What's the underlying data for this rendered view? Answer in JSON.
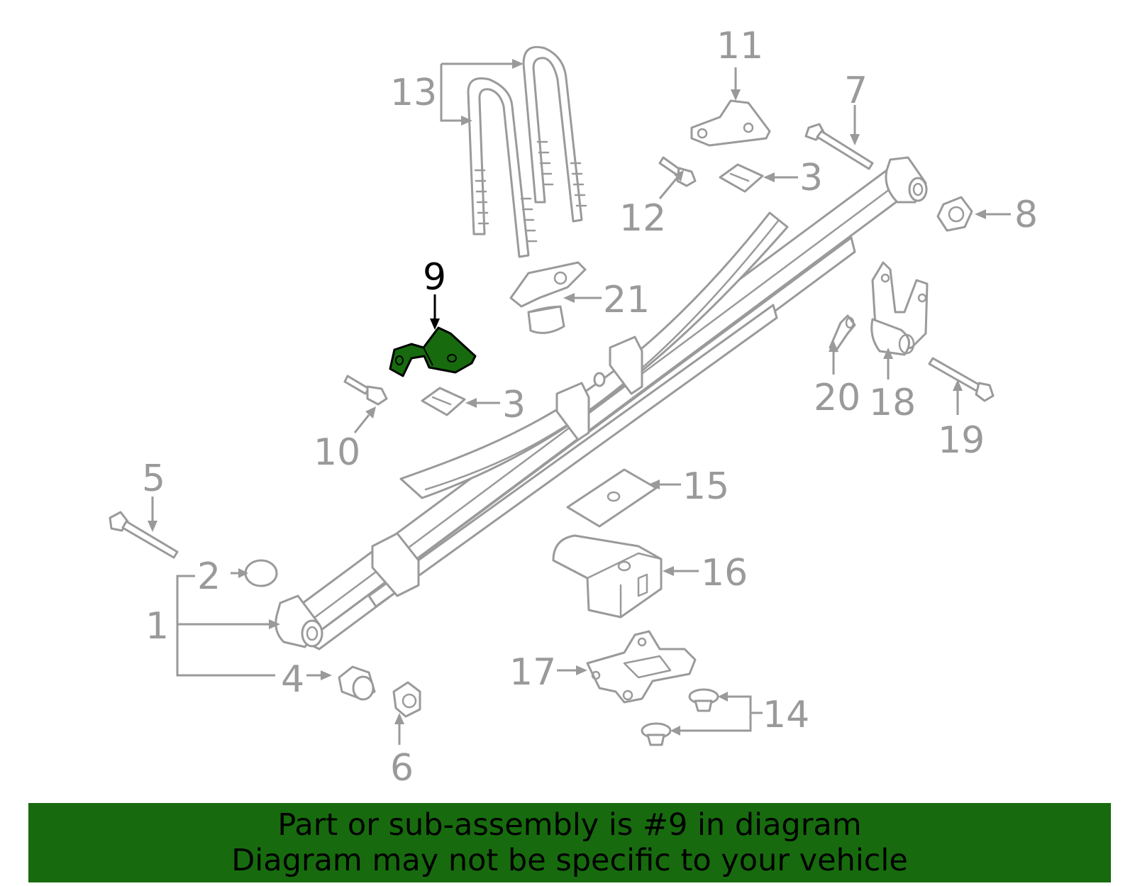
{
  "callouts": {
    "c1": "1",
    "c2": "2",
    "c3a": "3",
    "c3b": "3",
    "c4": "4",
    "c5": "5",
    "c6": "6",
    "c7": "7",
    "c8": "8",
    "c9": "9",
    "c10": "10",
    "c11": "11",
    "c12": "12",
    "c13": "13",
    "c14": "14",
    "c15": "15",
    "c16": "16",
    "c17": "17",
    "c18": "18",
    "c19": "19",
    "c20": "20",
    "c21": "21"
  },
  "highlighted_part": "9",
  "banner": {
    "line1": "Part or sub-assembly is #9 in diagram",
    "line2": "Diagram may not be specific to your vehicle"
  },
  "colors": {
    "highlight": "#176b0e",
    "linework": "#9a9a9a",
    "active": "#000000"
  }
}
